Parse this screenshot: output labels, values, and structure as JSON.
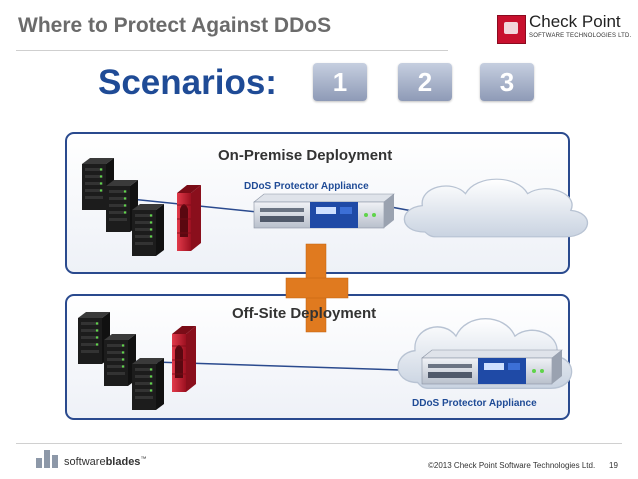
{
  "slide": {
    "title": "Where to Protect Against DDoS",
    "page_number": "19",
    "copyright": "©2013 Check Point Software Technologies Ltd."
  },
  "brand": {
    "company_name": "Check Point",
    "company_tagline": "SOFTWARE TECHNOLOGIES LTD.",
    "product_line_regular": "software",
    "product_line_bold": "blades",
    "product_line_tm": "™"
  },
  "scenarios": {
    "label": "Scenarios:",
    "items": [
      "1",
      "2",
      "3"
    ]
  },
  "on_premise": {
    "title": "On-Premise Deployment",
    "appliance_label": "DDoS Protector Appliance"
  },
  "off_site": {
    "title": "Off-Site Deployment",
    "appliance_label": "DDoS Protector Appliance"
  },
  "colors": {
    "accent_blue": "#1f4b96",
    "panel_border": "#2a4a8e",
    "plus_orange": "#e07a1f",
    "firewall_red": "#c2182b",
    "server_dark": "#1c1c1c",
    "server_led": "#5fd44a"
  },
  "icons": [
    "server-rack-icon",
    "firewall-icon",
    "appliance-icon",
    "cloud-icon",
    "plus-icon"
  ]
}
